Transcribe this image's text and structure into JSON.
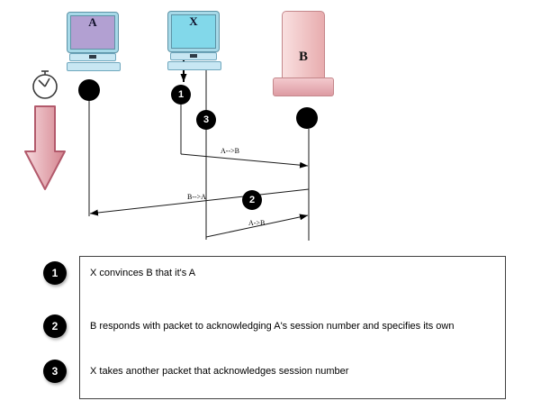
{
  "diagram": {
    "entities": {
      "a": {
        "label": "A"
      },
      "x": {
        "label": "X"
      },
      "b": {
        "label": "B"
      }
    },
    "markers": {
      "m1": "1",
      "m2": "2",
      "m3": "3"
    },
    "arrows": {
      "msg1": {
        "label": "A-->B"
      },
      "msg2": {
        "label": "B-->A"
      },
      "msg3": {
        "label": "A->B"
      }
    },
    "colors": {
      "screen_a": "#b2a0d2",
      "screen_x": "#82d8ea",
      "server_body": "#f0bdbd",
      "time_arrow": "#e2a7b3",
      "marker_fill": "#000000",
      "marker_text": "#ffffff"
    }
  },
  "legend": {
    "items": [
      {
        "num": "1",
        "text": "X convinces B that it's A"
      },
      {
        "num": "2",
        "text": "B responds with packet to acknowledging A's session number and specifies its own"
      },
      {
        "num": "3",
        "text": "X takes another packet that acknowledges session number"
      }
    ]
  }
}
